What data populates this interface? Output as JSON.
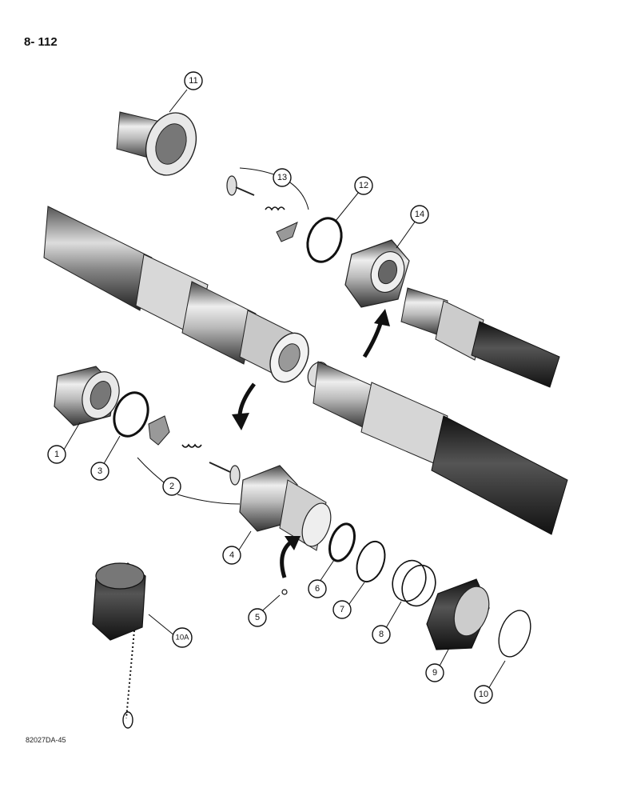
{
  "page_number": "8- 112",
  "figure_code": "82027DA-45",
  "callouts": {
    "c1": "1",
    "c2": "2",
    "c3": "3",
    "c4": "4",
    "c5": "5",
    "c6": "6",
    "c7": "7",
    "c8": "8",
    "c9": "9",
    "c10": "10",
    "c10a": "10A",
    "c11": "11",
    "c12": "12",
    "c13": "13",
    "c14": "14"
  }
}
